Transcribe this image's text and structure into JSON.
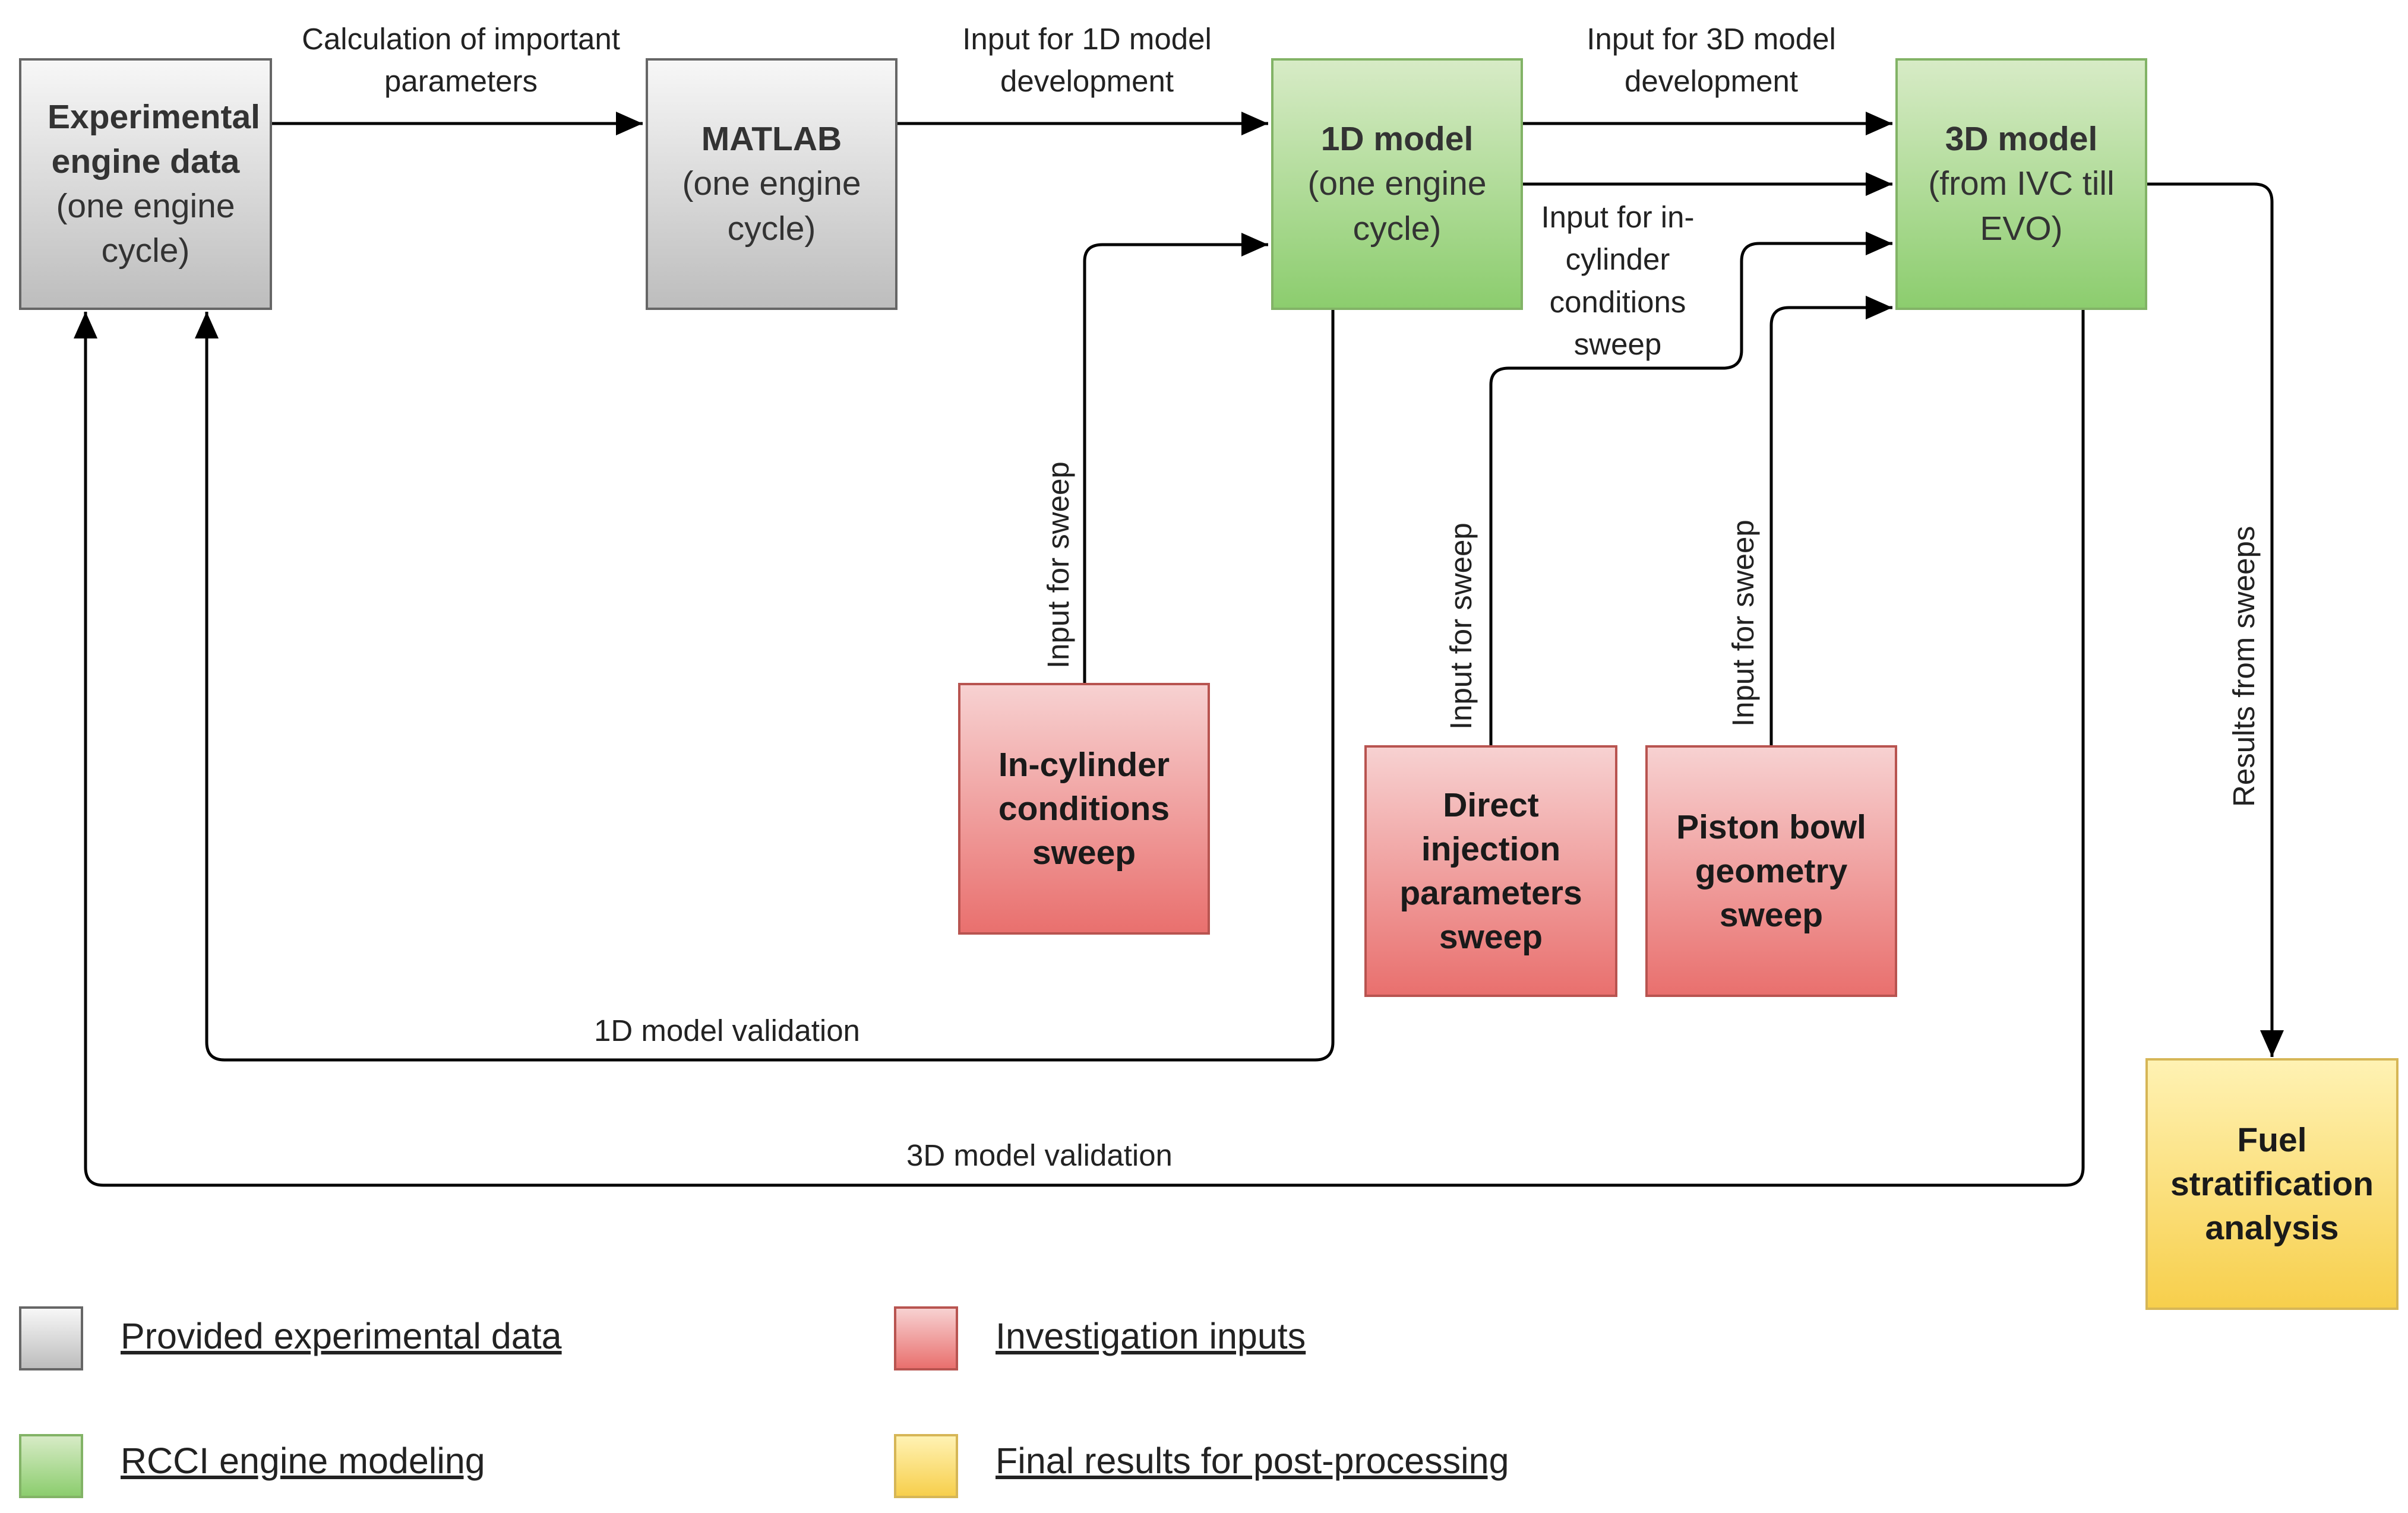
{
  "boxes": {
    "experimental": {
      "title": "Experimental engine data",
      "sub": "(one engine cycle)"
    },
    "matlab": {
      "title": "MATLAB",
      "sub": "(one engine cycle)"
    },
    "model1d": {
      "title": "1D model",
      "sub": "(one engine cycle)"
    },
    "model3d": {
      "title": "3D model",
      "sub": "(from IVC till EVO)"
    },
    "incylinder": {
      "title": "In-cylinder conditions sweep"
    },
    "directinjection": {
      "title": "Direct injection parameters sweep"
    },
    "pistonbowl": {
      "title": "Piston bowl geometry sweep"
    },
    "fuel": {
      "title": "Fuel stratification analysis"
    }
  },
  "edge_labels": {
    "calc": "Calculation of important parameters",
    "input1d": "Input for 1D model development",
    "input3d": "Input for 3D model development",
    "incyl_sweep": "Input for in-cylinder conditions sweep",
    "sweep_a": "Input for sweep",
    "sweep_b": "Input for sweep",
    "sweep_c": "Input for sweep",
    "results": "Results from sweeps",
    "val1d": "1D model validation",
    "val3d": "3D model validation"
  },
  "legend": [
    {
      "label": "Provided experimental data",
      "color": "#bdbdbd"
    },
    {
      "label": "Investigation inputs",
      "color": "#e9706e"
    },
    {
      "label": "RCCI engine modeling",
      "color": "#8ccd6e"
    },
    {
      "label": "Final results for post-processing",
      "color": "#f7cf4c"
    }
  ]
}
